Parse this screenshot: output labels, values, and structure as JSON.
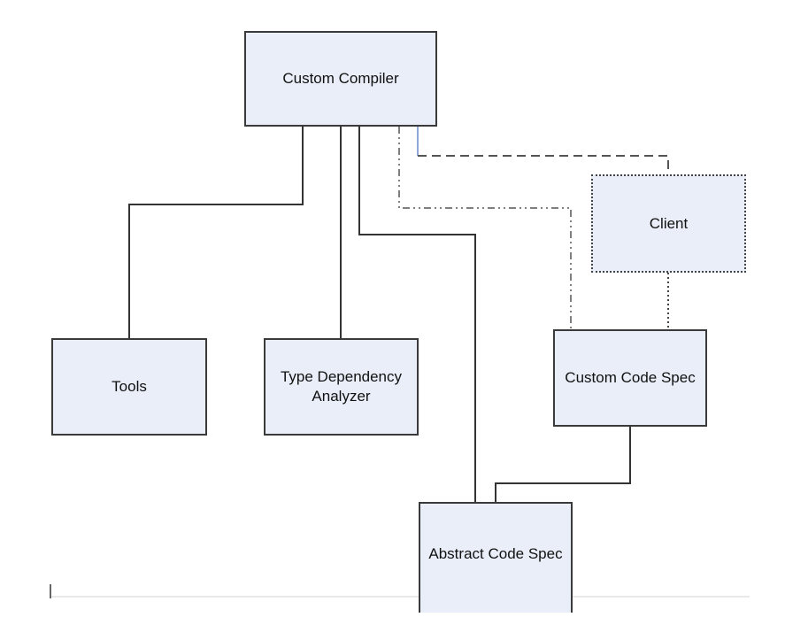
{
  "diagram": {
    "nodes": {
      "custom_compiler": "Custom Compiler",
      "client": "Client",
      "tools": "Tools",
      "type_dependency_analyzer": "Type Dependency Analyzer",
      "custom_code_spec": "Custom Code Spec",
      "abstract_code_spec": "Abstract Code Spec"
    },
    "edges": [
      {
        "from": "Custom Compiler",
        "to": "Tools",
        "style": "solid"
      },
      {
        "from": "Custom Compiler",
        "to": "Type Dependency Analyzer",
        "style": "solid"
      },
      {
        "from": "Custom Compiler",
        "to": "Abstract Code Spec",
        "style": "solid"
      },
      {
        "from": "Custom Compiler",
        "to": "Client",
        "style": "dashed"
      },
      {
        "from": "Custom Compiler",
        "to": "Custom Code Spec",
        "style": "dash-dot-dot"
      },
      {
        "from": "Client",
        "to": "Custom Code Spec",
        "style": "dotted"
      },
      {
        "from": "Custom Code Spec",
        "to": "Abstract Code Spec",
        "style": "solid"
      }
    ],
    "colors": {
      "node_fill": "#e9eef8",
      "node_border": "#3a3a3a",
      "line": "#333333",
      "accent_segment": "#8fa6d8"
    }
  }
}
